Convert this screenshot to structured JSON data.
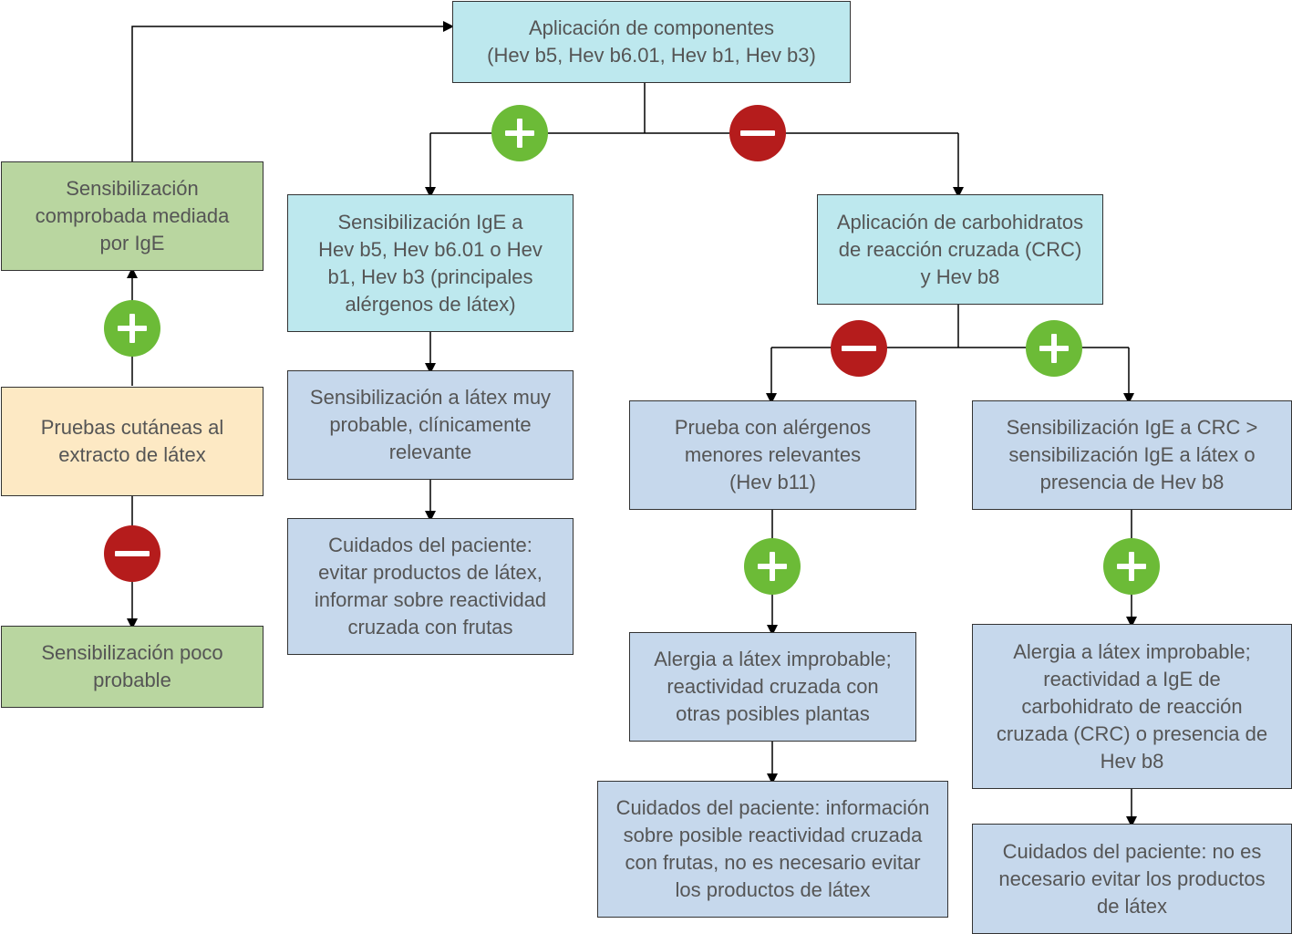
{
  "nodes": {
    "components": "Aplicación de componentes\n(Hev b5, Hev b6.01, Hev b1, Hev b3)",
    "sens_ige_comprobada": "Sensibilización\ncomprobada mediada\npor IgE",
    "pruebas_cutaneas": "Pruebas cutáneas al\nextracto de látex",
    "sens_poco_probable": "Sensibilización poco\nprobable",
    "sens_ige_hev": "Sensibilización IgE a\nHev b5, Hev b6.01 o Hev\nb1, Hev b3 (principales\nalérgenos de látex)",
    "sens_latex_probable": "Sensibilización a látex muy\nprobable, clínicamente\nrelevante",
    "cuidados_evitar": "Cuidados del paciente:\nevitar productos de látex,\ninformar sobre reactividad\ncruzada con frutas",
    "crc_hevb8": "Aplicación de carbohidratos\nde reacción cruzada (CRC)\ny Hev b8",
    "prueba_menores": "Prueba con alérgenos\nmenores relevantes\n(Hev b11)",
    "sens_crc": "Sensibilización IgE a CRC >\nsensibilización IgE a látex o\npresencia de Hev b8",
    "alergia_improbable_plantas": "Alergia a látex improbable;\nreactividad cruzada con\notras posibles plantas",
    "alergia_improbable_crc": "Alergia a látex improbable;\nreactividad a IgE de\ncarbohidrato de reacción\ncruzada (CRC) o presencia de\nHev b8",
    "cuidados_frutas": "Cuidados del paciente: información\nsobre posible reactividad cruzada\ncon frutas, no es necesario evitar\nlos productos de látex",
    "cuidados_no_evitar": "Cuidados del paciente: no es\nnecesario evitar los productos\nde látex"
  },
  "colors": {
    "cyan": "#bde8ee",
    "blue": "#c6d8ec",
    "green": "#b9d6a0",
    "peach": "#fde9c4",
    "plus": "#6cbb37",
    "minus": "#b51c1c"
  },
  "icons": {
    "positive": "plus-circle-icon",
    "negative": "minus-circle-icon"
  }
}
